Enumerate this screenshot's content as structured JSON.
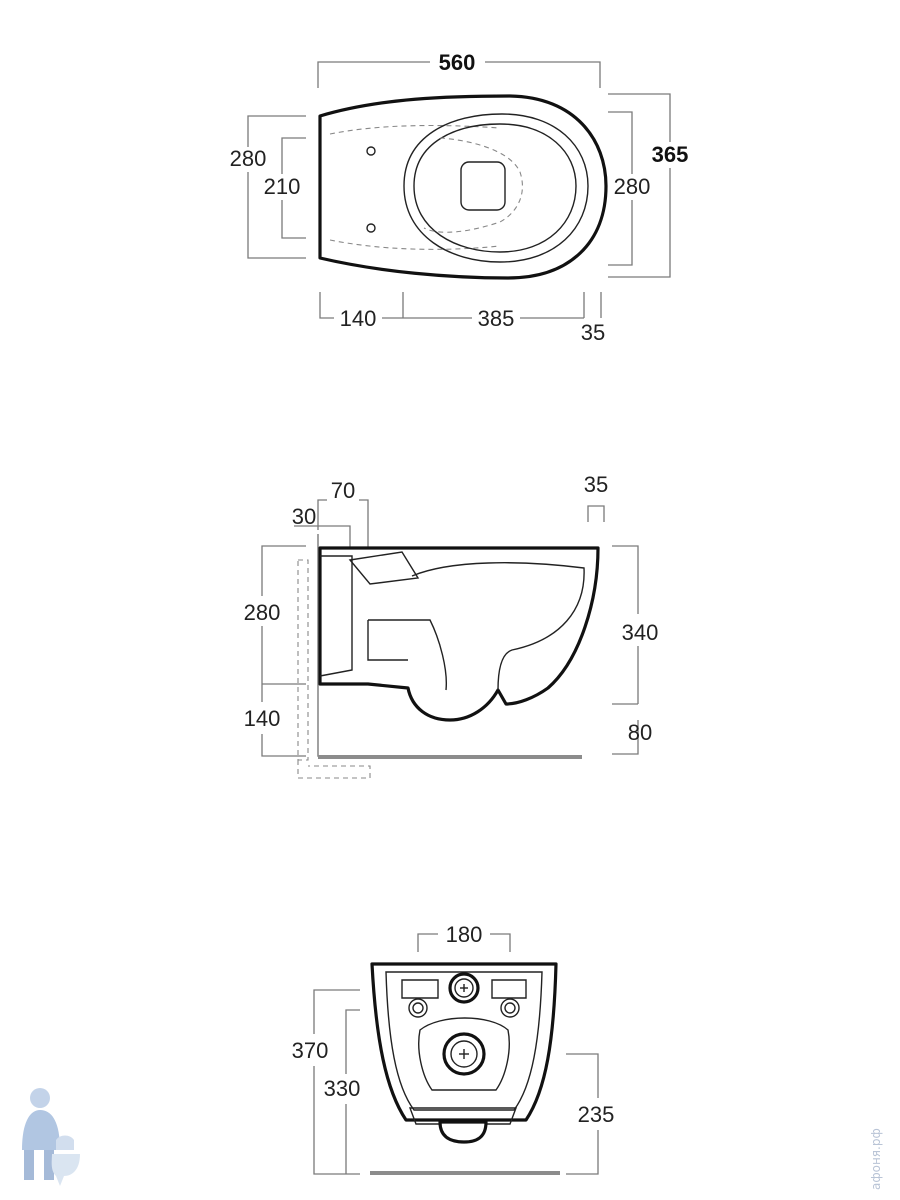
{
  "top_view": {
    "width": "560",
    "left_outer": "280",
    "left_inner": "210",
    "right_inner": "280",
    "right_outer": "365",
    "seg_1": "140",
    "seg_2": "385",
    "seg_3": "35"
  },
  "side_view": {
    "top_70": "70",
    "top_30": "30",
    "top_35": "35",
    "left_280": "280",
    "left_140": "140",
    "right_340": "340",
    "right_80": "80"
  },
  "back_view": {
    "top_180": "180",
    "left_370": "370",
    "left_330": "330",
    "right_235": "235"
  },
  "watermark": {
    "text": "афоня.рф",
    "logo_icon": "plumber-mascot-icon"
  },
  "colors": {
    "outline": "#111111",
    "dimension": "#7a7a7a",
    "watermark": "#b9c4d6"
  }
}
